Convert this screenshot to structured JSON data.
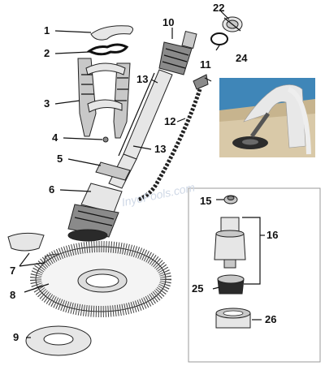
{
  "callouts": [
    {
      "id": "1",
      "label": "1"
    },
    {
      "id": "2",
      "label": "2"
    },
    {
      "id": "3",
      "label": "3"
    },
    {
      "id": "4",
      "label": "4"
    },
    {
      "id": "5",
      "label": "5"
    },
    {
      "id": "6",
      "label": "6"
    },
    {
      "id": "7",
      "label": "7"
    },
    {
      "id": "8",
      "label": "8"
    },
    {
      "id": "9",
      "label": "9"
    },
    {
      "id": "10",
      "label": "10"
    },
    {
      "id": "11",
      "label": "11"
    },
    {
      "id": "12",
      "label": "12"
    },
    {
      "id": "13a",
      "label": "13"
    },
    {
      "id": "13b",
      "label": "13"
    },
    {
      "id": "15",
      "label": "15"
    },
    {
      "id": "16",
      "label": "16"
    },
    {
      "id": "22",
      "label": "22"
    },
    {
      "id": "24",
      "label": "24"
    },
    {
      "id": "25",
      "label": "25"
    },
    {
      "id": "26",
      "label": "26"
    }
  ],
  "colors": {
    "line": "#111111",
    "pool_water": "#3f86b8",
    "pool_deck": "#d9c9a8",
    "watermark": "#cfd8e6"
  },
  "watermark_text": "InyoPools.com"
}
